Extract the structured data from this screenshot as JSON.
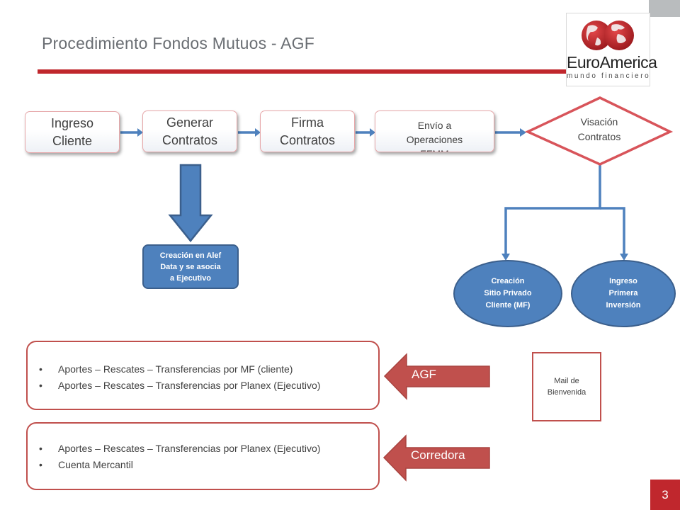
{
  "title": "Procedimiento Fondos Mutuos - AGF",
  "logo": {
    "name": "EuroAmerica",
    "tagline": "mundo financiero"
  },
  "page_number": "3",
  "flow": {
    "step1": [
      "Ingreso",
      "Cliente"
    ],
    "step2": [
      "Generar",
      "Contratos"
    ],
    "step3": [
      "Firma",
      "Contratos"
    ],
    "step4": [
      "Envío a",
      "Operaciones",
      "FFMM"
    ],
    "decision": [
      "Visación",
      "Contratos"
    ],
    "alef_box": [
      "Creación en Alef",
      "Data y se asocia",
      "a Ejecutivo"
    ],
    "outcome1": [
      "Creación",
      "Sitio Privado",
      "Cliente (MF)"
    ],
    "outcome2": [
      "Ingreso",
      "Primera",
      "Inversión"
    ],
    "mail": [
      "Mail de",
      "Bienvenida"
    ]
  },
  "agf_box": {
    "items": [
      "Aportes – Rescates – Transferencias por MF (cliente)",
      "Aportes – Rescates – Transferencias por Planex (Ejecutivo)"
    ],
    "tag": "AGF"
  },
  "corredora_box": {
    "items": [
      "Aportes – Rescates – Transferencias por Planex (Ejecutivo)",
      "Cuenta Mercantil"
    ],
    "tag": "Corredora"
  },
  "colors": {
    "accent_red": "#c0272d",
    "shape_red": "#c0504d",
    "connector_blue": "#4e81bd",
    "title_gray": "#6a6e73"
  }
}
